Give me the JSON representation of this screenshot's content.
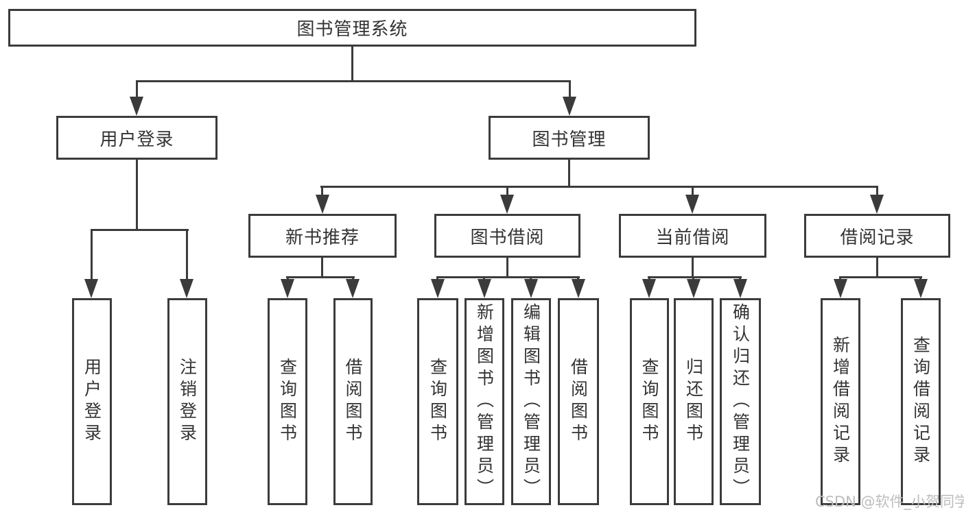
{
  "root": {
    "label": "图书管理系统"
  },
  "level2": {
    "user_login": {
      "label": "用户登录"
    },
    "book_management": {
      "label": "图书管理"
    }
  },
  "user_children": {
    "login": "用户登录",
    "logout": "注销登录"
  },
  "sections": {
    "new_book": {
      "label": "新书推荐",
      "children": {
        "query_book": "查询图书",
        "borrow_book": "借阅图书"
      }
    },
    "book_borrow": {
      "label": "图书借阅",
      "children": {
        "query_book": "查询图书",
        "add_book_admin": "新增图书（管理员）",
        "edit_book_admin": "编辑图书（管理员）",
        "borrow_book": "借阅图书"
      }
    },
    "current_borrow": {
      "label": "当前借阅",
      "children": {
        "query_book": "查询图书",
        "return_book": "归还图书",
        "confirm_return_admin": "确认归还（管理员）"
      }
    },
    "borrow_records": {
      "label": "借阅记录",
      "children": {
        "add_record": "新增借阅记录",
        "query_record": "查询借阅记录"
      }
    }
  },
  "watermark": "CSDN @软件_小贺同学",
  "colors": {
    "line": "#3b3b3b",
    "text": "#333333",
    "background": "#ffffff",
    "watermark": "#bdbdbd"
  }
}
